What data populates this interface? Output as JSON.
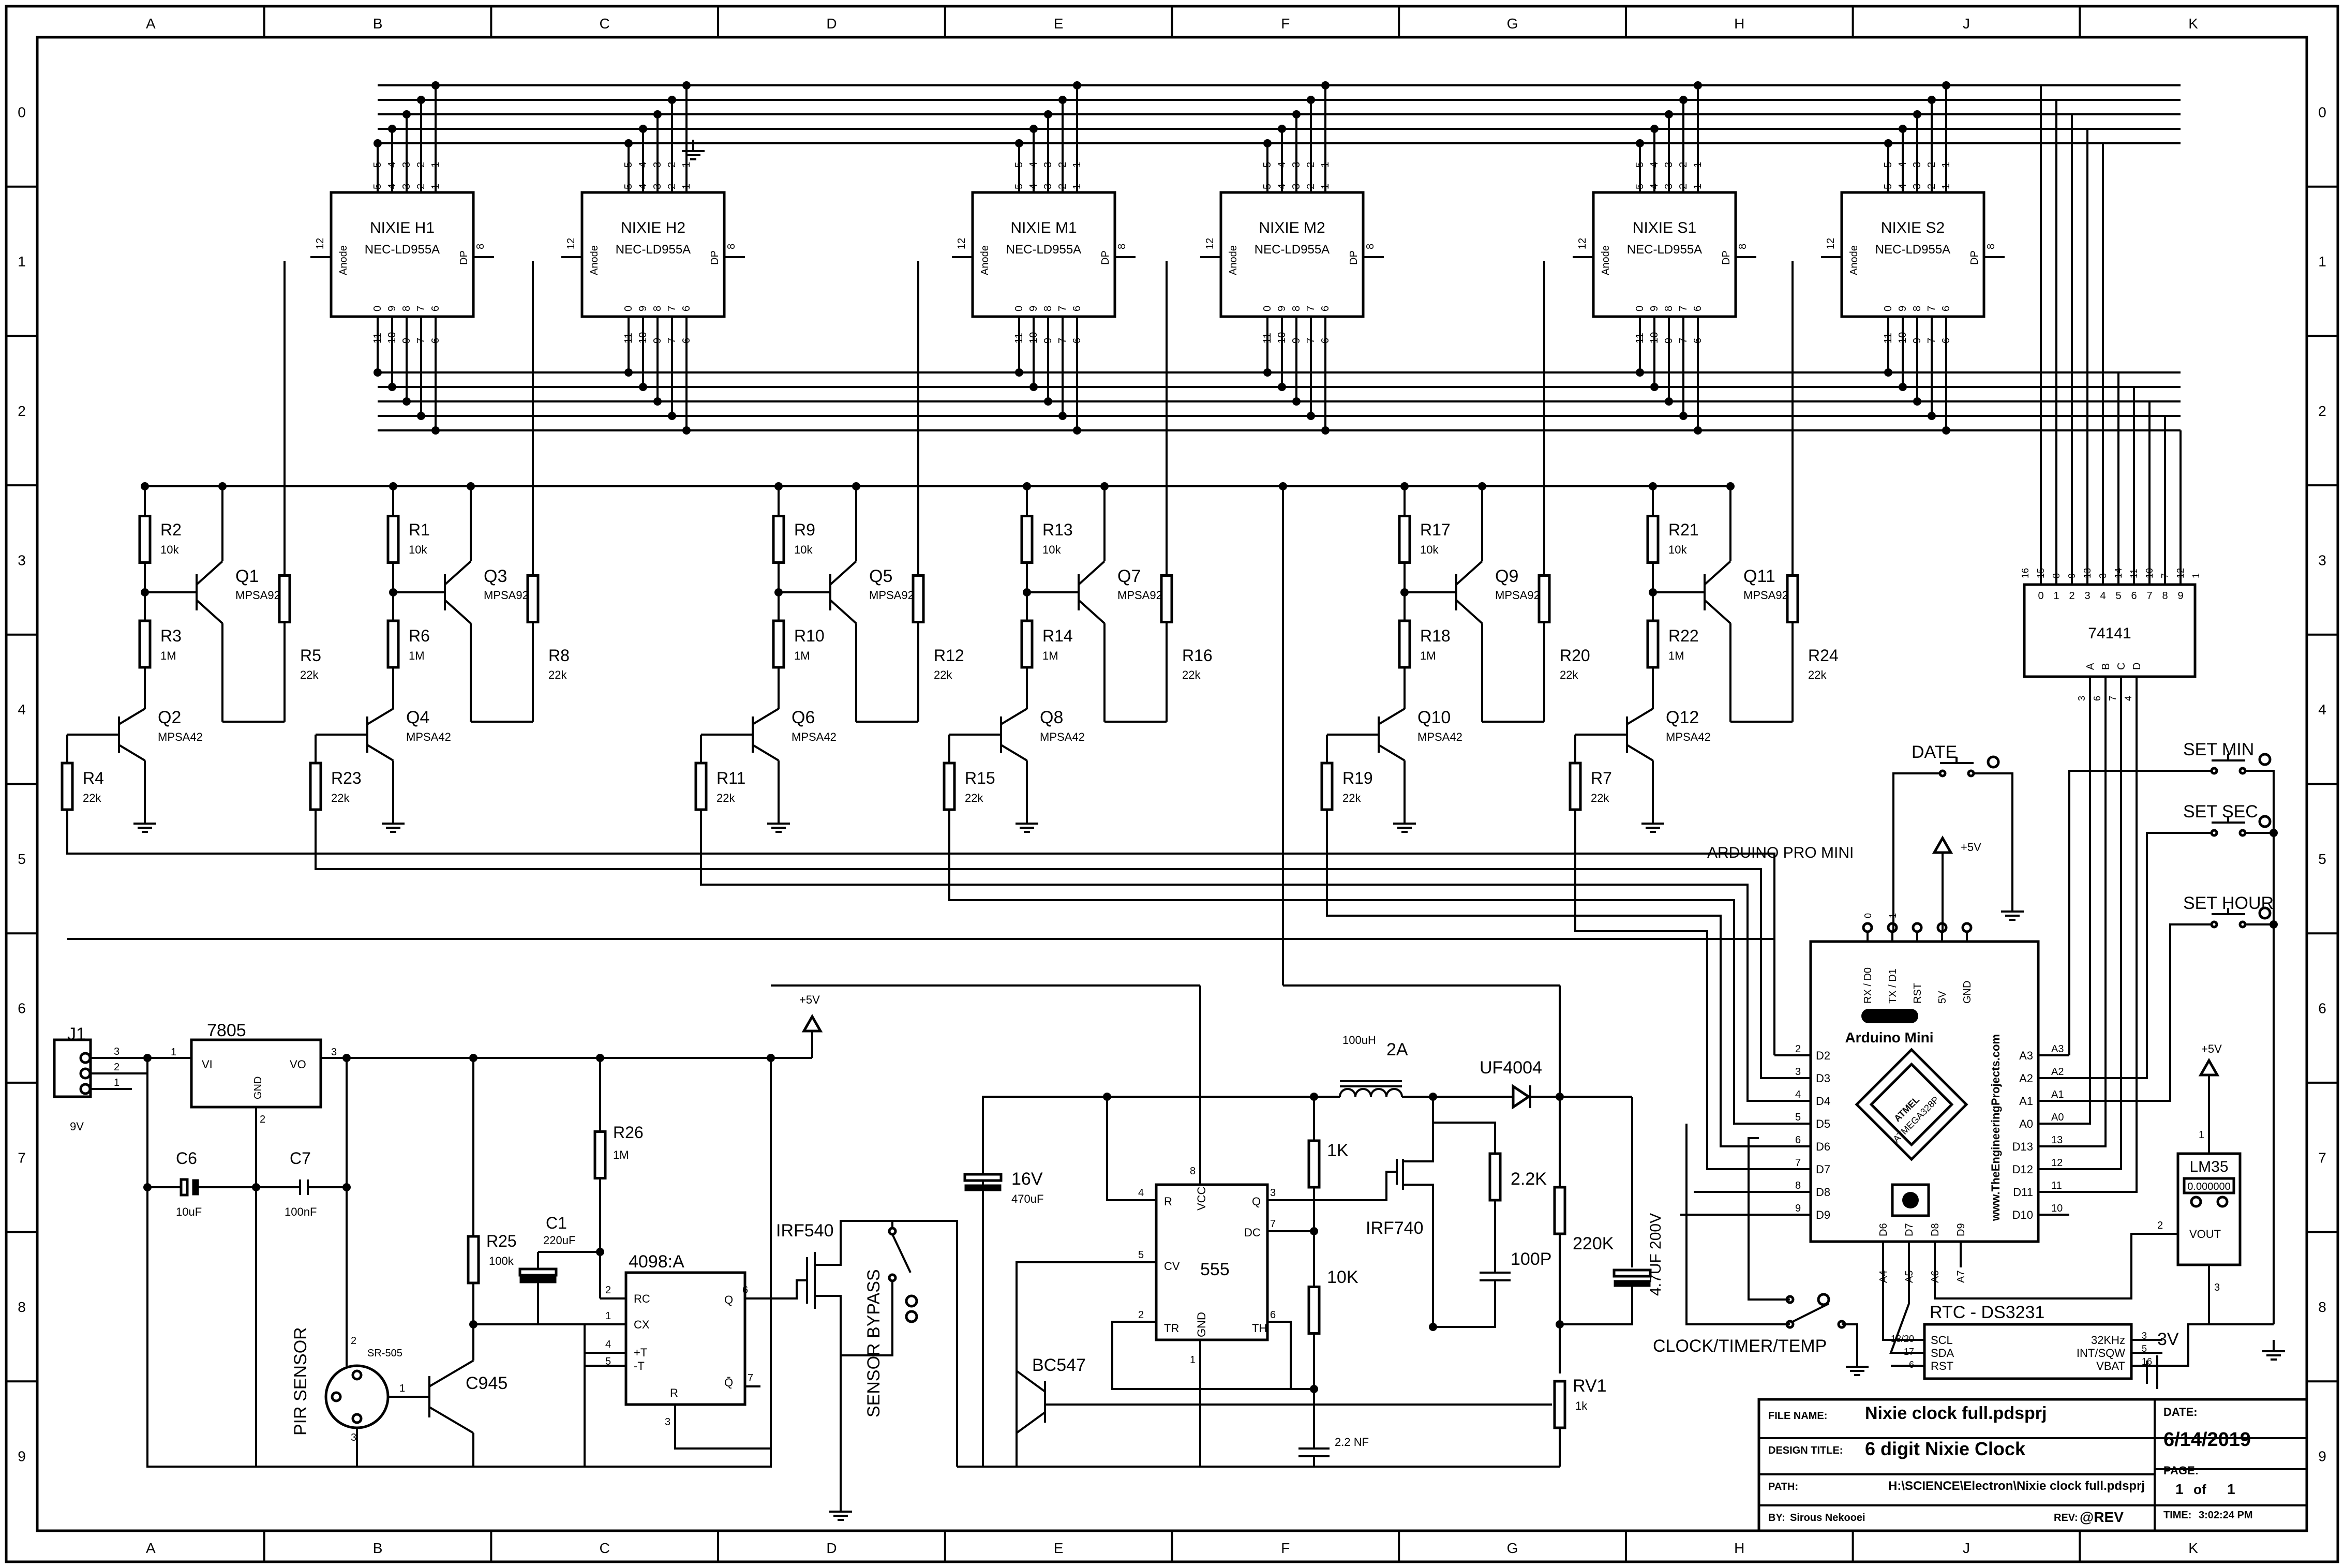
{
  "frame": {
    "columns": [
      "A",
      "B",
      "C",
      "D",
      "E",
      "F",
      "G",
      "H",
      "J",
      "K"
    ],
    "rows": [
      "0",
      "1",
      "2",
      "3",
      "4",
      "5",
      "6",
      "7",
      "8",
      "9"
    ]
  },
  "nixies": [
    {
      "name": "NIXIE H1",
      "part": "NEC-LD955A"
    },
    {
      "name": "NIXIE H2",
      "part": "NEC-LD955A"
    },
    {
      "name": "NIXIE M1",
      "part": "NEC-LD955A"
    },
    {
      "name": "NIXIE M2",
      "part": "NEC-LD955A"
    },
    {
      "name": "NIXIE S1",
      "part": "NEC-LD955A"
    },
    {
      "name": "NIXIE S2",
      "part": "NEC-LD955A"
    }
  ],
  "nixie_pins": {
    "top": [
      "5",
      "4",
      "3",
      "2",
      "1"
    ],
    "bottom": [
      "0",
      "9",
      "8",
      "7",
      "6"
    ],
    "bottom_outer": [
      "11",
      "10",
      "9",
      "7",
      "6"
    ],
    "anode": "Anode",
    "anode_pin": "12",
    "dp": "DP",
    "dp_pin": "8"
  },
  "driver_stages": [
    {
      "r_base": "R2",
      "r_base_val": "10k",
      "r_bias": "R3",
      "r_bias_val": "1M",
      "r_coll": "R5",
      "r_coll_val": "22k",
      "q_pnp": "Q1",
      "q_npn": "Q2",
      "r_emit": "R4",
      "r_emit_val": "22k"
    },
    {
      "r_base": "R1",
      "r_base_val": "10k",
      "r_bias": "R6",
      "r_bias_val": "1M",
      "r_coll": "R8",
      "r_coll_val": "22k",
      "q_pnp": "Q3",
      "q_npn": "Q4",
      "r_emit": "R23",
      "r_emit_val": "22k"
    },
    {
      "r_base": "R9",
      "r_base_val": "10k",
      "r_bias": "R10",
      "r_bias_val": "1M",
      "r_coll": "R12",
      "r_coll_val": "22k",
      "q_pnp": "Q5",
      "q_npn": "Q6",
      "r_emit": "R11",
      "r_emit_val": "22k"
    },
    {
      "r_base": "R13",
      "r_base_val": "10k",
      "r_bias": "R14",
      "r_bias_val": "1M",
      "r_coll": "R16",
      "r_coll_val": "22k",
      "q_pnp": "Q7",
      "q_npn": "Q8",
      "r_emit": "R15",
      "r_emit_val": "22k"
    },
    {
      "r_base": "R17",
      "r_base_val": "10k",
      "r_bias": "R18",
      "r_bias_val": "1M",
      "r_coll": "R20",
      "r_coll_val": "22k",
      "q_pnp": "Q9",
      "q_npn": "Q10",
      "r_emit": "R19",
      "r_emit_val": "22k"
    },
    {
      "r_base": "R21",
      "r_base_val": "10k",
      "r_bias": "R22",
      "r_bias_val": "1M",
      "r_coll": "R24",
      "r_coll_val": "22k",
      "q_pnp": "Q11",
      "q_npn": "Q12",
      "r_emit": "R7",
      "r_emit_val": "22k"
    }
  ],
  "pnp_part": "MPSA92",
  "npn_part": "MPSA42",
  "decoder": {
    "name": "74141",
    "pins_top": [
      "16",
      "15",
      "8",
      "9",
      "13",
      "3",
      "14",
      "11",
      "10",
      "7",
      "12",
      "1"
    ],
    "outputs": [
      "0",
      "1",
      "2",
      "3",
      "4",
      "5",
      "6",
      "7",
      "8",
      "9"
    ],
    "inputs": [
      "A",
      "B",
      "C",
      "D"
    ],
    "pins_bottom": [
      "3",
      "6",
      "7",
      "4"
    ]
  },
  "arduino": {
    "title": "ARDUINO PRO MINI",
    "name": "Arduino Mini",
    "chip": "ATMEGA328P",
    "brand": "ATMEL",
    "website": "www.TheEngineeringProjects.com",
    "top_pins": [
      "RX / D0",
      "TX / D1",
      "RST",
      "5V",
      "GND"
    ],
    "top_nums": [
      "0",
      "1"
    ],
    "left_pins": [
      "D2",
      "D3",
      "D4",
      "D5",
      "D6",
      "D7",
      "D8",
      "D9"
    ],
    "left_nums": [
      "2",
      "3",
      "4",
      "5",
      "6",
      "7",
      "8",
      "9"
    ],
    "right_pins": [
      "A3",
      "A2",
      "A1",
      "A0",
      "D13",
      "D12",
      "D11",
      "D10"
    ],
    "right_nums": [
      "A3",
      "A2",
      "A1",
      "A0",
      "13",
      "12",
      "11",
      "10"
    ],
    "bottom_pins": [
      "A4",
      "A5",
      "A6",
      "A7"
    ],
    "bottom_top": [
      "D6",
      "D7",
      "D8",
      "D9"
    ]
  },
  "buttons": {
    "date": "DATE",
    "set_min": "SET MIN",
    "set_sec": "SET SEC",
    "set_hour": "SET HOUR"
  },
  "switch_label": "CLOCK/TIMER/TEMP",
  "rails": {
    "v5": "+5V"
  },
  "lm35": {
    "name": "LM35",
    "reading": "0.000000",
    "vout": "VOUT",
    "pins": [
      "1",
      "2",
      "3"
    ]
  },
  "rtc": {
    "name": "RTC - DS3231",
    "pins_left": [
      "SCL",
      "SDA",
      "RST"
    ],
    "nums_left": [
      "18/20",
      "17",
      "6"
    ],
    "pins_right": [
      "32KHz",
      "INT/SQW",
      "VBAT"
    ],
    "nums_right": [
      "3",
      "5",
      "16"
    ],
    "battery": "3V"
  },
  "power": {
    "connector": "J1",
    "input": "9V",
    "regulator": "7805",
    "vi": "VI",
    "vo": "VO",
    "gnd": "GND",
    "c6": "C6",
    "c6_val": "10uF",
    "c7": "C7",
    "c7_val": "100nF",
    "pins": [
      "3",
      "2",
      "1"
    ]
  },
  "sensor": {
    "pir_label": "PIR SENSOR",
    "pir_part": "SR-505",
    "transistor": "C945",
    "r25": "R25",
    "r25_val": "100k",
    "c1": "C1",
    "c1_val": "220uF",
    "r26": "R26",
    "r26_val": "1M",
    "mono": "4098:A",
    "mono_pins": [
      "RC",
      "CX",
      "+T",
      "-T",
      "R",
      "Q",
      "Q̄"
    ],
    "mosfet": "IRF540",
    "bypass": "SENSOR BYPASS"
  },
  "hv": {
    "cap_in": "16V",
    "cap_in_val": "470uF",
    "timer": "555",
    "timer_pins": [
      "R",
      "VCC",
      "Q",
      "DC",
      "CV",
      "TR",
      "GND",
      "TH"
    ],
    "inductor_val": "100uH",
    "inductor_current": "2A",
    "diode": "UF4004",
    "mosfet": "IRF740",
    "r1k": "1K",
    "r10k": "10K",
    "r22k": "2.2K",
    "c100p": "100P",
    "r220k": "220K",
    "cap_out": "4.7UF 200V",
    "pot": "RV1",
    "pot_val": "1k",
    "c22n": "2.2 NF",
    "transistor": "BC547"
  },
  "title_block": {
    "file_name_label": "FILE NAME:",
    "file_name": "Nixie clock full.pdsprj",
    "design_label": "DESIGN TITLE:",
    "design": "6 digit Nixie Clock",
    "path_label": "PATH:",
    "path": "H:\\SCIENCE\\Electron\\Nixie clock full.pdsprj",
    "by_label": "BY:",
    "by": "Sirous Nekooei",
    "rev_label": "REV:",
    "rev": "@REV",
    "date_label": "DATE:",
    "date": "6/14/2019",
    "page_label": "PAGE:",
    "page": "1",
    "of": "of",
    "pages": "1",
    "time_label": "TIME:",
    "time": "3:02:24 PM"
  }
}
